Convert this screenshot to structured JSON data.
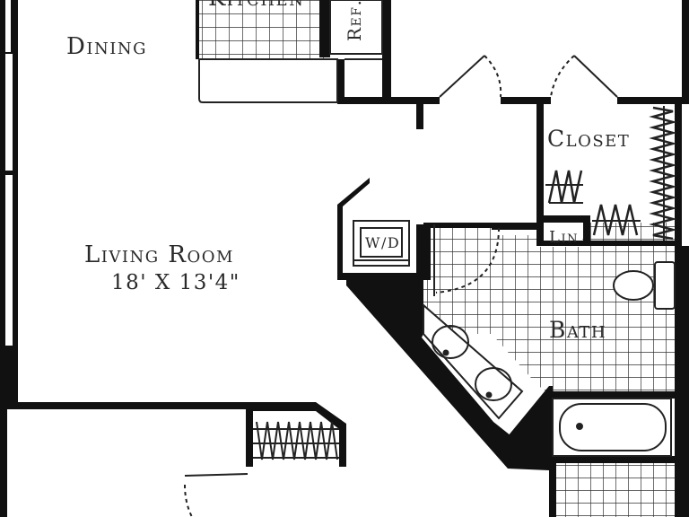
{
  "rooms": {
    "kitchen": "Kitchen",
    "ref": "Ref.",
    "dining": "Dining",
    "closet": "Closet",
    "wd": "W/D",
    "lin": "Lin",
    "living_room": "Living Room",
    "living_room_dims": "18' X 13'4\"",
    "bath": "Bath"
  },
  "colors": {
    "wall": "#111111",
    "line": "#222222",
    "tile_grid": "#333333",
    "background": "#ffffff"
  }
}
